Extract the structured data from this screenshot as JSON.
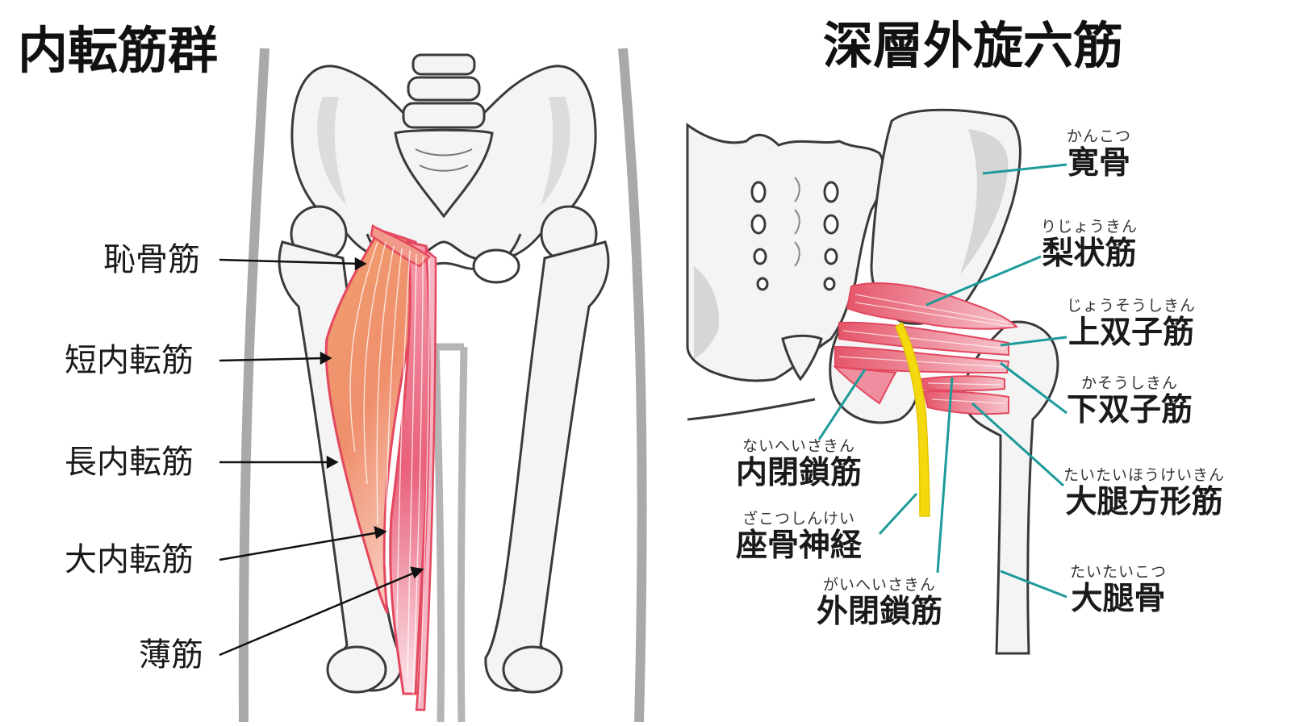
{
  "left_panel": {
    "title": "内転筋群",
    "labels": [
      {
        "id": "pectineus",
        "text": "恥骨筋"
      },
      {
        "id": "adductor-brevis",
        "text": "短内転筋"
      },
      {
        "id": "adductor-longus",
        "text": "長内転筋"
      },
      {
        "id": "adductor-magnus",
        "text": "大内転筋"
      },
      {
        "id": "gracilis",
        "text": "薄筋"
      }
    ]
  },
  "right_panel": {
    "title": "深層外旋六筋",
    "labels": [
      {
        "id": "ilium",
        "ruby": "かんこつ",
        "text": "寛骨"
      },
      {
        "id": "piriformis",
        "ruby": "りじょうきん",
        "text": "梨状筋"
      },
      {
        "id": "gemellus-superior",
        "ruby": "じょうそうしきん",
        "text": "上双子筋"
      },
      {
        "id": "gemellus-inferior",
        "ruby": "かそうしきん",
        "text": "下双子筋"
      },
      {
        "id": "obturator-internus",
        "ruby": "ないへいさきん",
        "text": "内閉鎖筋"
      },
      {
        "id": "sciatic-nerve",
        "ruby": "ざこつしんけい",
        "text": "座骨神経"
      },
      {
        "id": "quadratus-femoris",
        "ruby": "たいたいほうけいきん",
        "text": "大腿方形筋"
      },
      {
        "id": "obturator-externus",
        "ruby": "がいへいさきん",
        "text": "外閉鎖筋"
      },
      {
        "id": "femur",
        "ruby": "たいたいこつ",
        "text": "大腿骨"
      }
    ]
  },
  "colors": {
    "bone_outline": "#3a3a3a",
    "bone_fill": "#f4f4f4",
    "bone_shadow": "#d6d6d6",
    "silhouette": "#a9a9a9",
    "muscle_red": "#e3485f",
    "muscle_orange": "#f0a070",
    "muscle_pink": "#f7b4c2",
    "nerve_yellow": "#f5d90f",
    "leader_teal": "#1e9a9a",
    "leader_black": "#111111"
  }
}
